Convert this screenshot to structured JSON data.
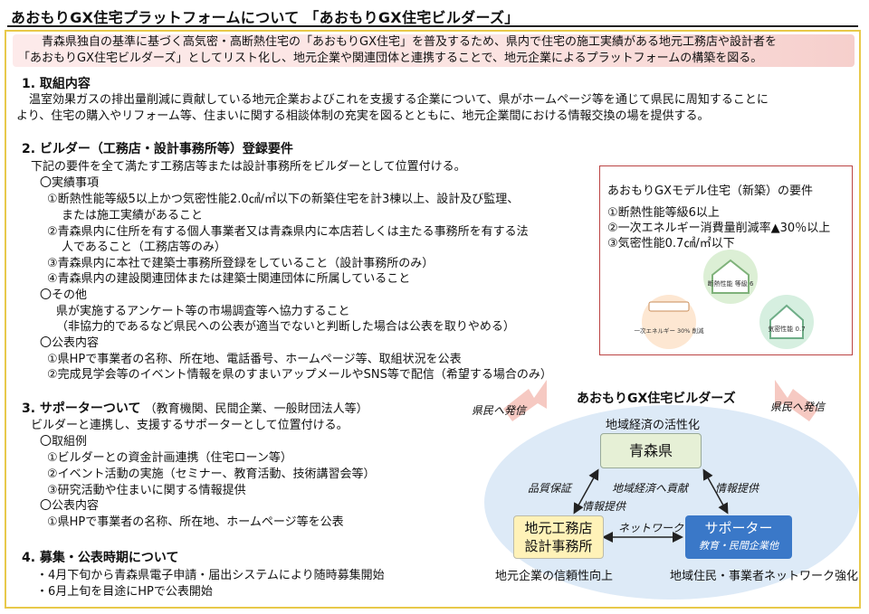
{
  "title": "あおもりGX住宅プラットフォームについて 「あおもりGX住宅ビルダーズ」",
  "summary": {
    "line1": "青森県独自の基準に基づく高気密・高断熱住宅の「あおもりGX住宅」を普及するため、県内で住宅の施工実績がある地元工務店や設計者を",
    "line2": "「あおもりGX住宅ビルダーズ」としてリスト化し、地元企業や関連団体と連携することで、地元企業によるプラットフォームの構築を図る。"
  },
  "s1": {
    "heading": "1. 取組内容",
    "l1": "温室効果ガスの排出量削減に貢献している地元企業およびこれを支援する企業について、県がホームページ等を通じて県民に周知することに",
    "l2": "より、住宅の購入やリフォーム等、住まいに関する相談体制の充実を図るとともに、地元企業間における情報交換の場を提供する。"
  },
  "s2": {
    "heading": "2. ビルダー（工務店・設計事務所等）登録要件",
    "intro": "下記の要件を全て満たす工務店等または設計事務所をビルダーとして位置付ける。",
    "a": "〇実績事項",
    "a1": "①断熱性能等級5以上かつ気密性能2.0㎠/㎡以下の新築住宅を計3棟以上、設計及び監理、",
    "a1b": "または施工実績があること",
    "a2": "②青森県内に住所を有する個人事業者又は青森県内に本店若しくは主たる事務所を有する法",
    "a2b": "人であること（工務店等のみ）",
    "a3": "③青森県内に本社で建築士事務所登録をしていること（設計事務所のみ）",
    "a4": "④青森県内の建設関連団体または建築士関連団体に所属していること",
    "b": "〇その他",
    "b1": "県が実施するアンケート等の市場調査等へ協力すること",
    "b2": "（非協力的であるなど県民への公表が適当でないと判断した場合は公表を取りやめる）",
    "c": "〇公表内容",
    "c1": "①県HPで事業者の名称、所在地、電話番号、ホームページ等、取組状況を公表",
    "c2": "②完成見学会等のイベント情報を県のすまいアップメールやSNS等で配信（希望する場合のみ）"
  },
  "model": {
    "title": "あおもりGXモデル住宅（新築）の要件",
    "i1": "①断熱性能等級6以上",
    "i2": "②一次エネルギー消費量削減率▲30％以上",
    "i3": "③気密性能0.7㎠/㎡以下",
    "badge1": "断熱性能 等級 6",
    "badge2": "一次エネルギー 30% 削減",
    "badge3": "気密性能 0.7"
  },
  "s3": {
    "heading": "3. サポーターついて",
    "heading_note": "（教育機関、民間企業、一般財団法人等）",
    "intro": "ビルダーと連携し、支援するサポーターとして位置付ける。",
    "a": "〇取組例",
    "a1": "①ビルダーとの資金計画連携（住宅ローン等）",
    "a2": "②イベント活動の実施（セミナー、教育活動、技術講習会等）",
    "a3": "③研究活動や住まいに関する情報提供",
    "b": "〇公表内容",
    "b1": "①県HPで事業者の名称、所在地、ホームページ等を公表"
  },
  "s4": {
    "heading": "4. 募集・公表時期について",
    "l1": "・4月下旬から青森県電子申請・届出システムにより随時募集開始",
    "l2": "・6月上旬を目途にHPで公表開始"
  },
  "diagram": {
    "title": "あおもりGX住宅ビルダーズ",
    "left_arrow": "県民へ発信",
    "right_arrow": "県民へ発信",
    "top_caption": "地域経済の活性化",
    "center": "青森県",
    "left_node_1": "地元工務店",
    "left_node_2": "設計事務所",
    "right_node": "サポーター",
    "right_node_sub": "教育・民間企業他",
    "label_quality": "品質保証",
    "label_contrib": "地域経済へ貢献",
    "label_info_left": "情報提供",
    "label_info_right": "情報提供",
    "label_network": "ネットワーク",
    "bottom_left": "地元企業の信頼性向上",
    "bottom_right": "地域住民・事業者ネットワーク強化"
  },
  "colors": {
    "frame": "#e8c94a",
    "node_center": "#e6f0d6",
    "node_left": "#fff2b8",
    "node_right": "#3a78c8",
    "arrow": "#f6c9c2"
  }
}
